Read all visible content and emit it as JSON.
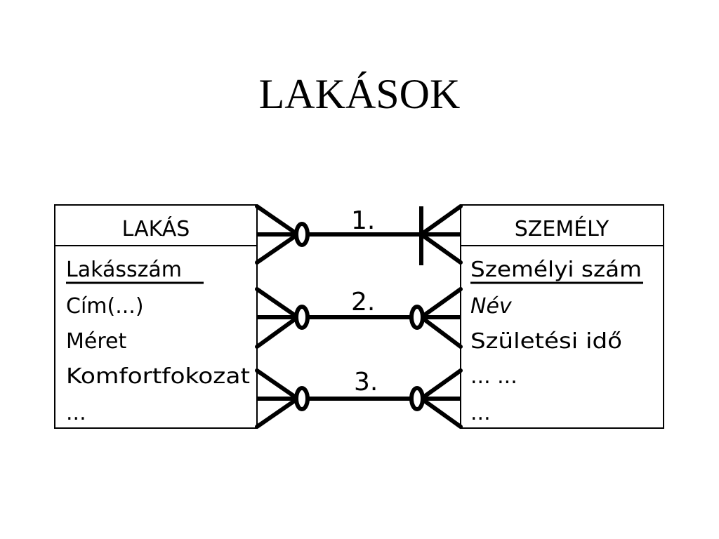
{
  "title": "LAKÁSOK",
  "entities": {
    "lakas": {
      "name": "LAKÁS",
      "attributes": [
        {
          "text": "Lakásszám",
          "key": true
        },
        {
          "text": "Cím(...)",
          "key": false
        },
        {
          "text": "Méret",
          "key": false
        },
        {
          "text": "Komfortfokozat",
          "key": false
        },
        {
          "text": "...",
          "key": false
        }
      ]
    },
    "szemely": {
      "name": "SZEMÉLY",
      "attributes": [
        {
          "text": "Személyi szám",
          "key": true
        },
        {
          "text": "Név",
          "key": false,
          "italic": true
        },
        {
          "text": "Születési idő",
          "key": false
        },
        {
          "text": "... ...",
          "key": false
        },
        {
          "text": "...",
          "key": false
        }
      ]
    }
  },
  "relationships": [
    {
      "label": "1.",
      "left_end": "zero-or-many",
      "right_end": "one-or-many"
    },
    {
      "label": "2.",
      "left_end": "zero-or-many",
      "right_end": "zero-or-many"
    },
    {
      "label": "3.",
      "left_end": "zero-or-many",
      "right_end": "zero-or-many"
    }
  ],
  "colors": {
    "ink": "#000000",
    "background": "#ffffff"
  }
}
